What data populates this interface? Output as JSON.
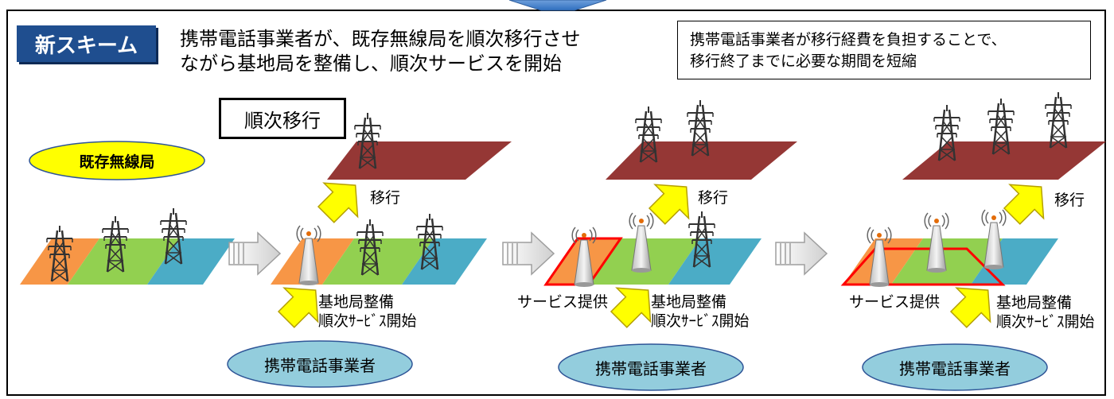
{
  "header": {
    "badge": "新スキーム",
    "headline_line1": "携帯電話事業者が、既存無線局を順次移行させ",
    "headline_line2": "ながら基地局を整備し、順次サービスを開始",
    "note_line1": "携帯電話事業者が移行経費を負担することで、",
    "note_line2": "移行終了までに必要な期間を短縮"
  },
  "labels": {
    "sequential_migration": "順次移行",
    "existing_station": "既存無線局",
    "migration": "移行",
    "base_station_build": "基地局整備",
    "sequential_service_start": "順次ｻｰﾋﾞｽ開始",
    "service_provided": "サービス提供",
    "carrier": "携帯電話事業者"
  },
  "colors": {
    "badge_bg": "#1f4e8f",
    "existing_ellipse": "#ffff00",
    "carrier_ellipse": "#93cddd",
    "relocated_band": "#953735",
    "band_green": "#92d050",
    "band_orange": "#f79646",
    "band_blue": "#4bacc6",
    "service_outline": "#ff0000",
    "migration_arrow": "#ffff00"
  }
}
